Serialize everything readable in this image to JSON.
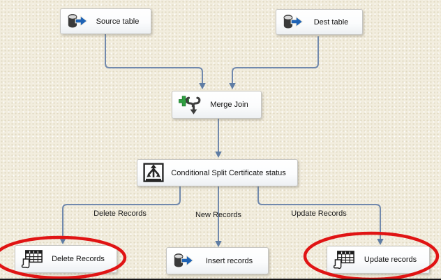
{
  "nodes": [
    {
      "id": "source-table",
      "label": "Source table",
      "icon": "database-source-icon"
    },
    {
      "id": "dest-table",
      "label": "Dest table",
      "icon": "database-source-icon"
    },
    {
      "id": "merge-join",
      "label": "Merge Join",
      "icon": "merge-join-icon"
    },
    {
      "id": "conditional-split",
      "label": "Conditional Split Certificate status",
      "icon": "conditional-split-icon"
    },
    {
      "id": "delete-records",
      "label": "Delete Records",
      "icon": "ole-db-command-icon",
      "highlighted": true
    },
    {
      "id": "insert-records",
      "label": "Insert records",
      "icon": "ole-db-destination-icon",
      "highlighted": false
    },
    {
      "id": "update-records",
      "label": "Update records",
      "icon": "ole-db-command-icon",
      "highlighted": true
    }
  ],
  "edges": {
    "labels": [
      {
        "text": "Delete Records"
      },
      {
        "text": "New Records"
      },
      {
        "text": "Update Records"
      }
    ]
  },
  "colors": {
    "background": "#f2edde",
    "connector": "#7189ad",
    "highlight_red": "#e01414",
    "icon_arrow_blue": "#1f63b5",
    "icon_plus_green": "#2f9e41",
    "border_bottom": "#161616"
  }
}
